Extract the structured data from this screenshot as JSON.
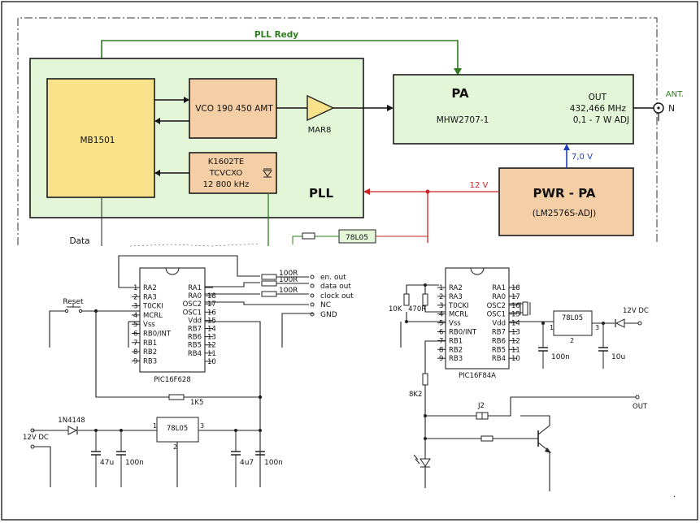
{
  "block_diagram": {
    "pll_ready_label": "PLL Redy",
    "mb_chip": "MB1501",
    "vco_label": "VCO 190 450 AMT",
    "amplifier_label": "MAR8",
    "tcvcxo_line1": "K1602TE",
    "tcvcxo_line2": "TCVCXO",
    "tcvcxo_line3": "12 800 kHz",
    "pll_label": "PLL",
    "pa_title": "PA",
    "pa_module": "MHW2707-1",
    "pa_out_line1": "OUT",
    "pa_out_line2": "432,466 MHz",
    "pa_out_line3": "0,1 - 7 W   ADJ",
    "antenna_label": "ANT.",
    "antenna_connector": "N",
    "pwr_title": "PWR - PA",
    "pwr_chip": "(LM2576S-ADJ)",
    "rail_12v": "12 V",
    "rail_7v": "7,0 V",
    "data_label": "Data",
    "regulator_top": "78L05",
    "colors": {
      "pll_block": "#e4f6d8",
      "chip_block": "#f7e28a",
      "vco_block": "#f4cfa6",
      "pwr_block": "#f4cfa6",
      "green_wire": "#2e7d1e",
      "red_wire": "#cc2222",
      "blue_wire": "#1f3fbf",
      "antenna_label": "#2e7d1e"
    }
  },
  "schematic_left": {
    "mcu_name": "PIC16F628",
    "reset_label": "Reset",
    "pins_left": [
      {
        "num": "1",
        "name": "RA2"
      },
      {
        "num": "2",
        "name": "RA3"
      },
      {
        "num": "3",
        "name": "T0CKI"
      },
      {
        "num": "4",
        "name": "MCRL"
      },
      {
        "num": "5",
        "name": "Vss"
      },
      {
        "num": "6",
        "name": "RB0/INT"
      },
      {
        "num": "7",
        "name": "RB1"
      },
      {
        "num": "8",
        "name": "RB2"
      },
      {
        "num": "9",
        "name": "RB3"
      }
    ],
    "pins_right": [
      {
        "num": "",
        "name": "RA1"
      },
      {
        "num": "18",
        "name": "RA0"
      },
      {
        "num": "17",
        "name": "OSC2"
      },
      {
        "num": "16",
        "name": "OSC1"
      },
      {
        "num": "15",
        "name": "Vdd"
      },
      {
        "num": "14",
        "name": "RB7"
      },
      {
        "num": "13",
        "name": "RB6"
      },
      {
        "num": "12",
        "name": "RB5"
      },
      {
        "num": "11",
        "name": "RB4"
      },
      {
        "num": "10",
        "name": ""
      }
    ],
    "resistors": [
      "100R",
      "100R",
      "100R"
    ],
    "outputs": [
      "en. out",
      "data out",
      "clock out",
      "NC",
      "GND"
    ],
    "pullup_resistor": "1K5",
    "diode": "1N4148",
    "supply_label": "12V DC",
    "regulator": "78L05",
    "regulator_pins": [
      "1",
      "2",
      "3"
    ],
    "caps": [
      "47u",
      "100n",
      "4u7",
      "100n"
    ]
  },
  "schematic_right": {
    "mcu_name": "PIC16F84A",
    "pins_left": [
      {
        "num": "1",
        "name": "RA2"
      },
      {
        "num": "2",
        "name": "RA3"
      },
      {
        "num": "3",
        "name": "T0CKI"
      },
      {
        "num": "4",
        "name": "MCRL"
      },
      {
        "num": "5",
        "name": "Vss"
      },
      {
        "num": "6",
        "name": "RB0/INT"
      },
      {
        "num": "7",
        "name": "RB1"
      },
      {
        "num": "8",
        "name": "RB2"
      },
      {
        "num": "9",
        "name": "RB3"
      }
    ],
    "pins_right": [
      {
        "num": "18",
        "name": "RA1"
      },
      {
        "num": "17",
        "name": "RA0"
      },
      {
        "num": "16",
        "name": "OSC2"
      },
      {
        "num": "15",
        "name": "OSC1"
      },
      {
        "num": "14",
        "name": "Vdd"
      },
      {
        "num": "13",
        "name": "RB7"
      },
      {
        "num": "12",
        "name": "RB6"
      },
      {
        "num": "11",
        "name": "RB5"
      },
      {
        "num": "10",
        "name": "RB4"
      }
    ],
    "r_10k": "10K",
    "r_470r": "470R",
    "r_8k2": "8K2",
    "regulator": "78L05",
    "regulator_pins": [
      "1",
      "2",
      "3"
    ],
    "caps": [
      "100n",
      "10u"
    ],
    "supply_label": "12V DC",
    "jumper_label": "J2",
    "out_label": "OUT"
  },
  "page_mark": "."
}
